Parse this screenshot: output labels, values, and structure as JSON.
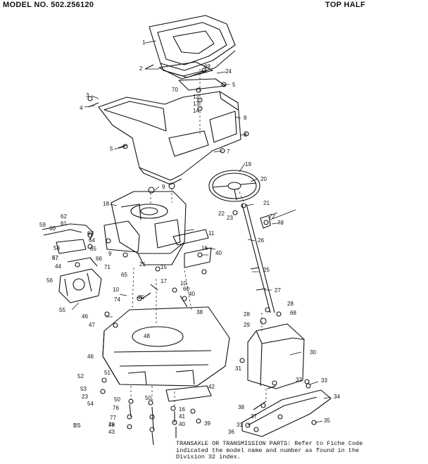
{
  "header": {
    "model": "MODEL NO. 502.256120",
    "section": "TOP HALF"
  },
  "page_code": "B5",
  "footnote": {
    "line1": "TRANSAXLE OR TRANSMISSION PARTS: Refer to Fiche Code",
    "line2": "indicated the model name and number as found in the",
    "line3": "Division 32 index."
  },
  "callouts": {
    "c1": "1",
    "c2": "2",
    "c3": "3",
    "c4": "4",
    "c5a": "5",
    "c5b": "5",
    "c6": "6",
    "c7": "7",
    "c8": "8",
    "c9a": "9",
    "c9b": "9",
    "c10a": "10",
    "c10b": "10",
    "c11": "11",
    "c12": "12",
    "c13": "13",
    "c14": "14",
    "c15": "15",
    "c16a": "16",
    "c16b": "16",
    "c17": "17",
    "c18": "18",
    "c19": "19",
    "c20": "20",
    "c21a": "21",
    "c21b": "21",
    "c22": "22",
    "c23a": "23",
    "c23b": "23",
    "c24": "24",
    "c25": "25",
    "c26": "26",
    "c27": "27",
    "c28a": "28",
    "c28b": "28",
    "c29": "29",
    "c30": "30",
    "c31a": "31",
    "c31b": "31",
    "c32": "32",
    "c33": "33",
    "c34": "34",
    "c35": "35",
    "c36": "36",
    "c37": "37",
    "c38a": "38",
    "c38b": "38",
    "c39": "39",
    "c40a": "40",
    "c40b": "40",
    "c40c": "40",
    "c41": "41",
    "c42": "42",
    "c43": "43",
    "c44": "44",
    "c46a": "46",
    "c46b": "46",
    "c47": "47",
    "c48": "48",
    "c49": "49",
    "c50a": "50",
    "c50b": "50",
    "c51": "51",
    "c52": "52",
    "c53": "53",
    "c54": "54",
    "c55": "55",
    "c56": "56",
    "c57": "57",
    "c58": "58",
    "c59": "59",
    "c60a": "60",
    "c60b": "60",
    "c61": "61",
    "c62": "62",
    "c63": "63",
    "c64": "64",
    "c65a": "65",
    "c65b": "65",
    "c66": "66",
    "c67": "67",
    "c68": "68",
    "c69": "69",
    "c70": "70",
    "c71": "71",
    "c72": "72",
    "c73": "73",
    "c74": "74",
    "c75": "75",
    "c76": "76",
    "c77": "77",
    "c78": "78"
  }
}
